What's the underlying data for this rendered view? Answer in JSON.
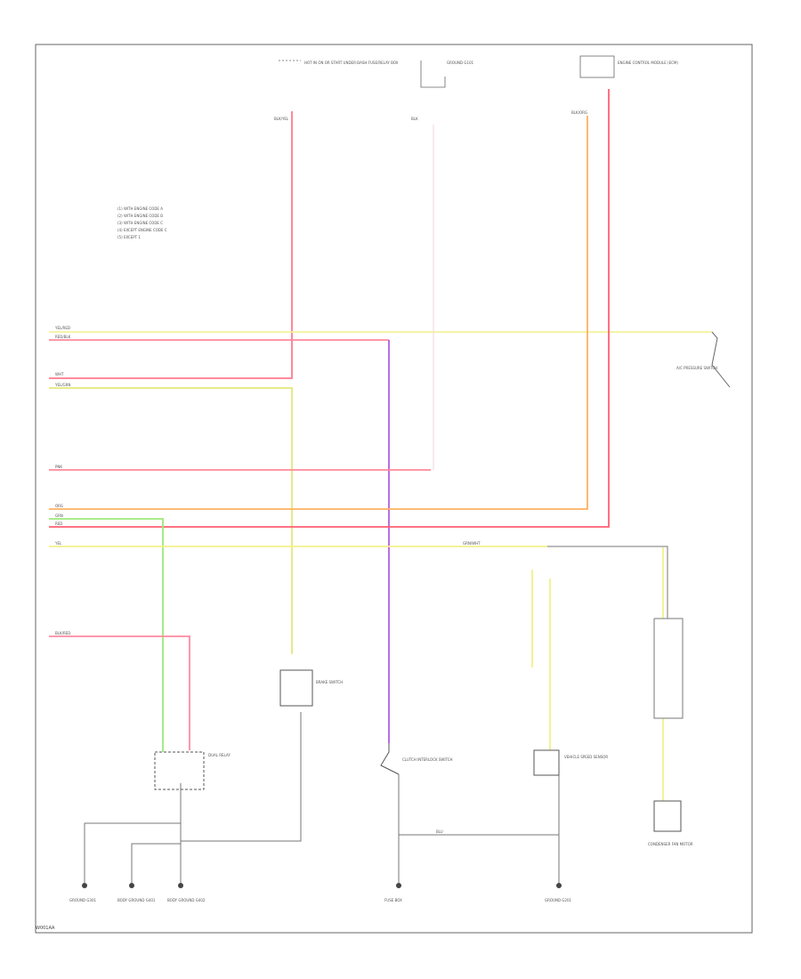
{
  "diagram": {
    "page_code": "W001AA",
    "notes": [
      "(1) WITH ENGINE CODE A",
      "(2) WITH ENGINE CODE B",
      "(3) WITH ENGINE CODE C",
      "(4) EXCEPT ENGINE CODE C",
      "(5) EXCEPT 1"
    ],
    "components": {
      "hot_fuse_box": "HOT IN ON OR START UNDER-DASH FUSE/RELAY BOX",
      "ground_top": "GROUND G101",
      "ecm": "ENGINE CONTROL MODULE (ECM)",
      "ac_pressure_switch": "A/C PRESSURE SWITCH",
      "clutch_switch": "CLUTCH INTERLOCK SWITCH",
      "dual_relay": "DUAL RELAY",
      "brake_switch": "BRAKE SWITCH",
      "speed_sensor": "VEHICLE SPEED SENSOR",
      "ground_left": "GROUND G301",
      "ground_mid": "FUSE BOX",
      "ground_right": "GROUND G201",
      "ground_b1": "BODY GROUND G401",
      "ground_b2": "BODY GROUND G402",
      "condenser": "CONDENSER FAN MOTOR"
    },
    "wire_labels": {
      "yel_red": "YEL/RED",
      "red_blk": "RED/BLK",
      "blk_yel": "BLK/YEL",
      "wht": "WHT",
      "grn": "GRN",
      "yel": "YEL",
      "blu": "BLU",
      "red": "RED",
      "org": "ORG",
      "pnk": "PNK",
      "blk": "BLK",
      "grn_wht": "GRN/WHT",
      "blk_org": "BLK/ORG",
      "blk_red": "BLK/RED",
      "yel_grn": "YEL/GRN"
    }
  }
}
